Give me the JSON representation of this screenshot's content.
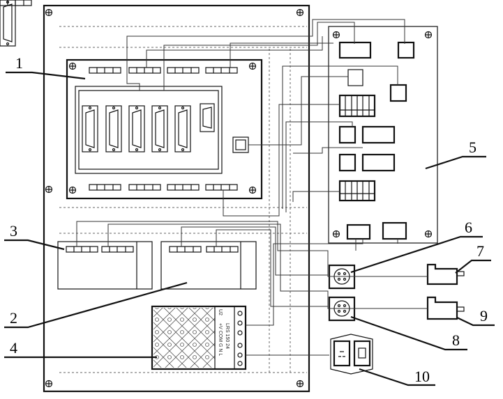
{
  "labels": {
    "l1": "1",
    "l2": "2",
    "l3": "3",
    "l4": "4",
    "l5": "5",
    "l6": "6",
    "l7": "7",
    "l8": "8",
    "l9": "9",
    "l10": "10"
  },
  "power_supply": {
    "id": "U2",
    "terminals": "+V COM G N L",
    "model": "LRS 150 24"
  },
  "colors": {
    "line": "#111111",
    "background": "#ffffff"
  }
}
